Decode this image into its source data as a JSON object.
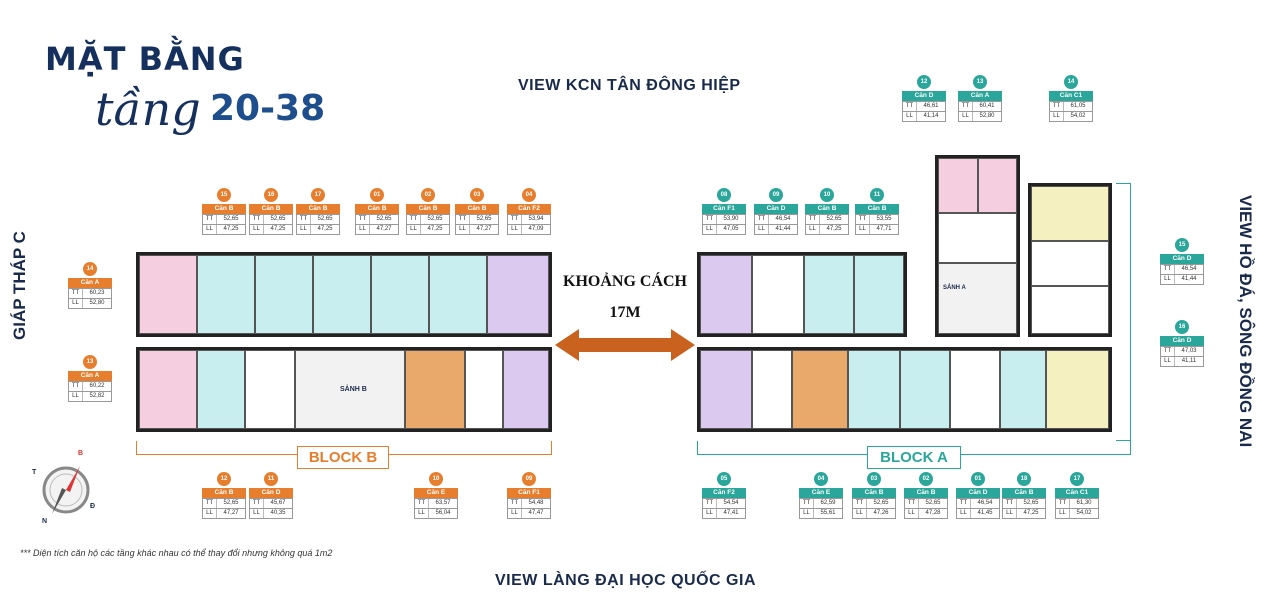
{
  "header": {
    "title_line1": "MẶT BẰNG",
    "title_script": "tầng",
    "title_floors": "20-38"
  },
  "views": {
    "top": "VIEW KCN TÂN ĐÔNG HIỆP",
    "bottom": "VIEW LÀNG ĐẠI HỌC QUỐC GIA",
    "left": "GIÁP THÁP C",
    "right": "VIEW HỒ ĐÁ, SÔNG ĐỒNG NAI"
  },
  "distance": {
    "line1": "KHOẢNG CÁCH",
    "line2": "17M"
  },
  "blocks": {
    "b": "BLOCK B",
    "a": "BLOCK A",
    "lobby_b": "SẢNH B",
    "lobby_a": "SẢNH A"
  },
  "note": "*** Diện tích căn hộ các tầng khác nhau có thể thay đổi nhưng không quá 1m2",
  "colors": {
    "block_b": "#e67e2e",
    "block_a": "#2aa69a",
    "title": "#15305c",
    "pink": "#f5cfe0",
    "teal": "#c9eef0",
    "orange": "#e8a96a",
    "purple": "#dcc9f0",
    "yellow": "#f4f0c0"
  },
  "compass": {
    "n": "N",
    "b": "B",
    "d": "Đ",
    "t": "T"
  },
  "labels": {
    "tt": "TT",
    "ll": "LL"
  },
  "units_b_top": [
    {
      "num": "15",
      "name": "Căn B",
      "tt": "52,65",
      "ll": "47,25"
    },
    {
      "num": "16",
      "name": "Căn B",
      "tt": "52,65",
      "ll": "47,25"
    },
    {
      "num": "17",
      "name": "Căn B",
      "tt": "52,65",
      "ll": "47,25"
    },
    {
      "num": "01",
      "name": "Căn B",
      "tt": "52,65",
      "ll": "47,27"
    },
    {
      "num": "02",
      "name": "Căn B",
      "tt": "52,65",
      "ll": "47,25"
    },
    {
      "num": "03",
      "name": "Căn B",
      "tt": "52,65",
      "ll": "47,27"
    },
    {
      "num": "04",
      "name": "Căn F2",
      "tt": "53,94",
      "ll": "47,09"
    }
  ],
  "units_b_left": [
    {
      "num": "14",
      "name": "Căn A",
      "tt": "60,23",
      "ll": "52,80"
    },
    {
      "num": "13",
      "name": "Căn A",
      "tt": "60,22",
      "ll": "52,82"
    }
  ],
  "units_b_bottom": [
    {
      "num": "12",
      "name": "Căn B",
      "tt": "52,65",
      "ll": "47,27"
    },
    {
      "num": "11",
      "name": "Căn D",
      "tt": "45,67",
      "ll": "40,35"
    },
    {
      "num": "10",
      "name": "Căn E",
      "tt": "63,57",
      "ll": "56,04"
    },
    {
      "num": "09",
      "name": "Căn F1",
      "tt": "54,48",
      "ll": "47,47"
    }
  ],
  "units_a_top": [
    {
      "num": "08",
      "name": "Căn F1",
      "tt": "53,90",
      "ll": "47,05"
    },
    {
      "num": "09",
      "name": "Căn D",
      "tt": "46,54",
      "ll": "41,44"
    },
    {
      "num": "10",
      "name": "Căn B",
      "tt": "52,65",
      "ll": "47,25"
    },
    {
      "num": "11",
      "name": "Căn B",
      "tt": "53,55",
      "ll": "47,71"
    }
  ],
  "units_a_tower": [
    {
      "num": "12",
      "name": "Căn D",
      "tt": "46,61",
      "ll": "41,14"
    },
    {
      "num": "13",
      "name": "Căn A",
      "tt": "60,41",
      "ll": "52,80"
    },
    {
      "num": "14",
      "name": "Căn C1",
      "tt": "61,05",
      "ll": "54,02"
    }
  ],
  "units_a_right": [
    {
      "num": "15",
      "name": "Căn D",
      "tt": "46,54",
      "ll": "41,44"
    },
    {
      "num": "16",
      "name": "Căn D",
      "tt": "47,03",
      "ll": "41,11"
    }
  ],
  "units_a_bottom": [
    {
      "num": "05",
      "name": "Căn F2",
      "tt": "54,54",
      "ll": "47,41"
    },
    {
      "num": "04",
      "name": "Căn E",
      "tt": "62,59",
      "ll": "55,61"
    },
    {
      "num": "03",
      "name": "Căn B",
      "tt": "52,65",
      "ll": "47,26"
    },
    {
      "num": "02",
      "name": "Căn B",
      "tt": "52,65",
      "ll": "47,28"
    },
    {
      "num": "01",
      "name": "Căn D",
      "tt": "46,54",
      "ll": "41,45"
    },
    {
      "num": "18",
      "name": "Căn B",
      "tt": "52,65",
      "ll": "47,25"
    },
    {
      "num": "17",
      "name": "Căn C1",
      "tt": "61,30",
      "ll": "54,02"
    }
  ]
}
